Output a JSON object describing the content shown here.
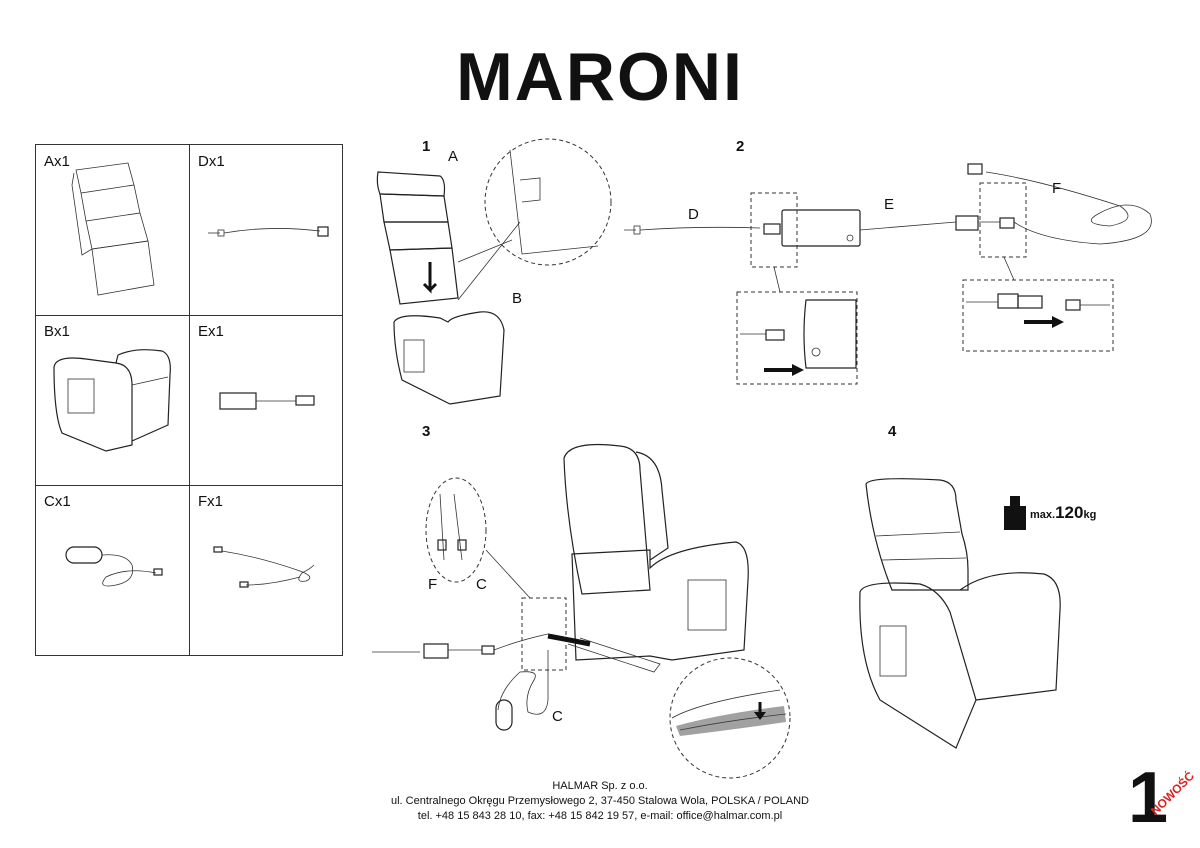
{
  "title": "MARONI",
  "parts": [
    {
      "label": "Ax1",
      "icon": "backrest-icon"
    },
    {
      "label": "Dx1",
      "icon": "power-cable-icon"
    },
    {
      "label": "Bx1",
      "icon": "armchair-base-icon"
    },
    {
      "label": "Ex1",
      "icon": "power-adapter-icon"
    },
    {
      "label": "Cx1",
      "icon": "remote-control-icon"
    },
    {
      "label": "Fx1",
      "icon": "motor-cable-icon"
    }
  ],
  "steps": {
    "s1": {
      "number": "1",
      "labels": [
        "A",
        "B"
      ]
    },
    "s2": {
      "number": "2",
      "labels": [
        "D",
        "E",
        "F"
      ]
    },
    "s3": {
      "number": "3",
      "labels": [
        "F",
        "C",
        "C"
      ]
    },
    "s4": {
      "number": "4"
    }
  },
  "max_load": {
    "prefix": "max.",
    "value": "120",
    "unit": "kg"
  },
  "footer": {
    "company": "HALMAR Sp. z o.o.",
    "address": "ul. Centralnego Okręgu Przemysłowego 2, 37-450 Stalowa Wola, POLSKA / POLAND",
    "contact": "tel. +48 15 843 28 10, fax: +48 15 842 19 57, e-mail: office@halmar.com.pl"
  },
  "page_number": "1",
  "badge": "NOWOŚĆ"
}
